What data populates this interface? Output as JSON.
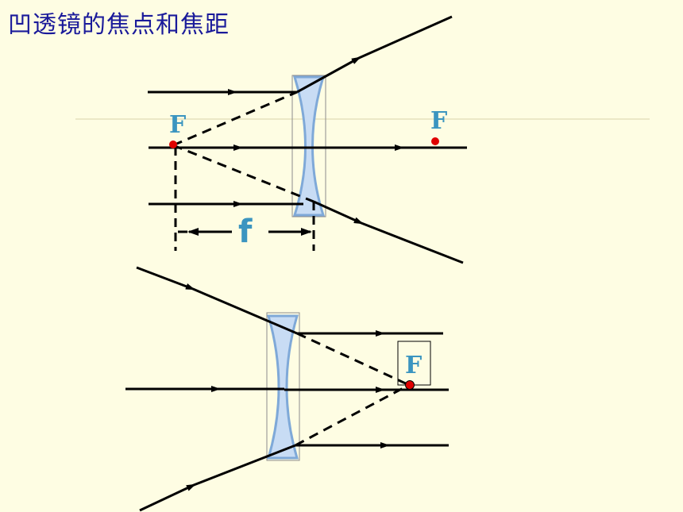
{
  "title": "凹透镜的焦点和焦距",
  "labels": {
    "focus_left_top": "F",
    "focus_right_top": "F",
    "focal_length": "f",
    "focus_bottom": "F"
  },
  "colors": {
    "background": "#fefde3",
    "title": "#1a1a9a",
    "label": "#3b95c0",
    "focus_point": "#e00000",
    "lens_fill": "#c8dcf4",
    "lens_edge": "#7fa9d8",
    "ray": "#000000"
  }
}
